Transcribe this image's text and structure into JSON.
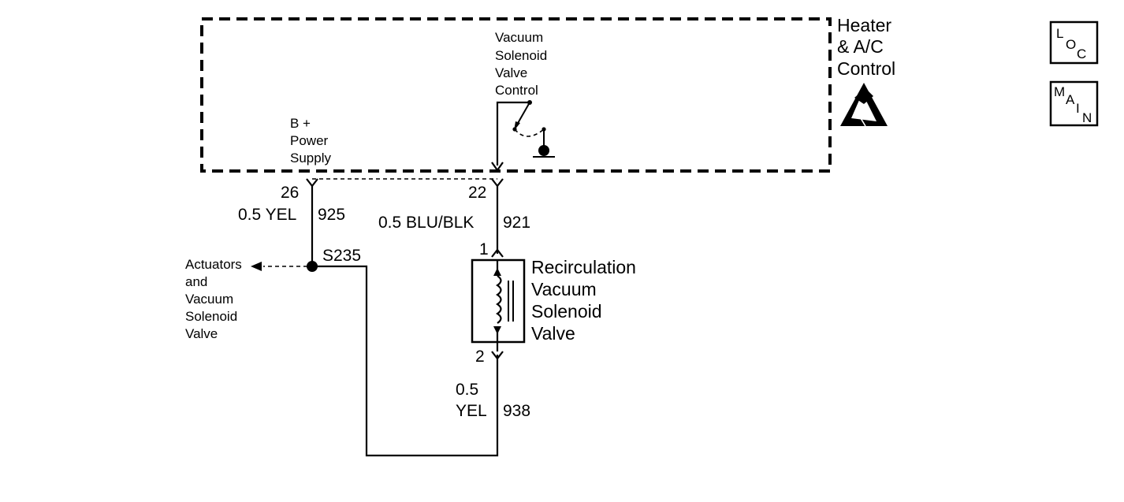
{
  "control_module": {
    "title_lines": [
      "Heater",
      "& A/C",
      "Control"
    ],
    "esd_symbol": "esd-sensitive-icon"
  },
  "switch": {
    "label_lines": [
      "Vacuum",
      "Solenoid",
      "Valve",
      "Control"
    ]
  },
  "power": {
    "label_lines": [
      "B +",
      "Power",
      "Supply"
    ]
  },
  "pins": {
    "left_pin": "26",
    "right_pin": "22",
    "valve_pin_top": "1",
    "valve_pin_bottom": "2"
  },
  "wires": {
    "left_wire_color": "0.5 YEL",
    "left_circuit": "925",
    "right_wire_color": "0.5 BLU/BLK",
    "right_circuit": "921",
    "bottom_wire_gauge": "0.5",
    "bottom_wire_color": "YEL",
    "bottom_circuit": "938"
  },
  "splice": {
    "label": "S235"
  },
  "branch": {
    "label_lines": [
      "Actuators",
      "and",
      "Vacuum",
      "Solenoid",
      "Valve"
    ]
  },
  "component": {
    "label_lines": [
      "Recirculation",
      "Vacuum",
      "Solenoid",
      "Valve"
    ]
  },
  "badges": {
    "loc": [
      "L",
      "O",
      "C"
    ],
    "main": [
      "M",
      "A",
      "I",
      "N"
    ]
  }
}
